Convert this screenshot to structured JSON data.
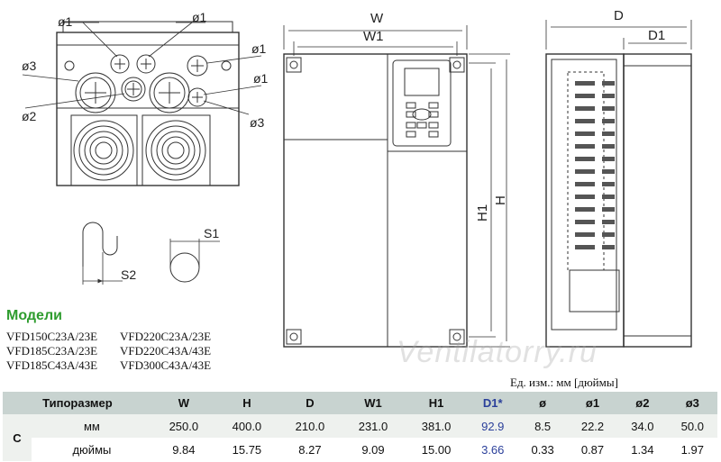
{
  "labels": {
    "phi1": "ø1",
    "phi2": "ø2",
    "phi3": "ø3",
    "W": "W",
    "W1": "W1",
    "H": "H",
    "H1": "H1",
    "D": "D",
    "D1": "D1",
    "S1": "S1",
    "S2": "S2"
  },
  "models": {
    "title": "Модели",
    "items": [
      "VFD150C23A/23E",
      "VFD220C23A/23E",
      "VFD185C23A/23E",
      "VFD220C43A/43E",
      "VFD185C43A/43E",
      "VFD300C43A/43E"
    ]
  },
  "watermark": "Ventilatorry.ru",
  "unit_note": "Ед. изм.: мм [дюймы]",
  "table": {
    "headers": [
      "Типоразмер",
      "W",
      "H",
      "D",
      "W1",
      "H1",
      "D1*",
      "ø",
      "ø1",
      "ø2",
      "ø3"
    ],
    "size": "C",
    "rows": [
      {
        "unit": "мм",
        "values": [
          "250.0",
          "400.0",
          "210.0",
          "231.0",
          "381.0",
          "92.9",
          "8.5",
          "22.2",
          "34.0",
          "50.0"
        ]
      },
      {
        "unit": "дюймы",
        "values": [
          "9.84",
          "15.75",
          "8.27",
          "9.09",
          "15.00",
          "3.66",
          "0.33",
          "0.87",
          "1.34",
          "1.97"
        ]
      }
    ]
  },
  "colors": {
    "accent_green": "#2e9c2e",
    "header_bg": "#c8d3d0",
    "d1_blue": "#2a3f9a"
  }
}
